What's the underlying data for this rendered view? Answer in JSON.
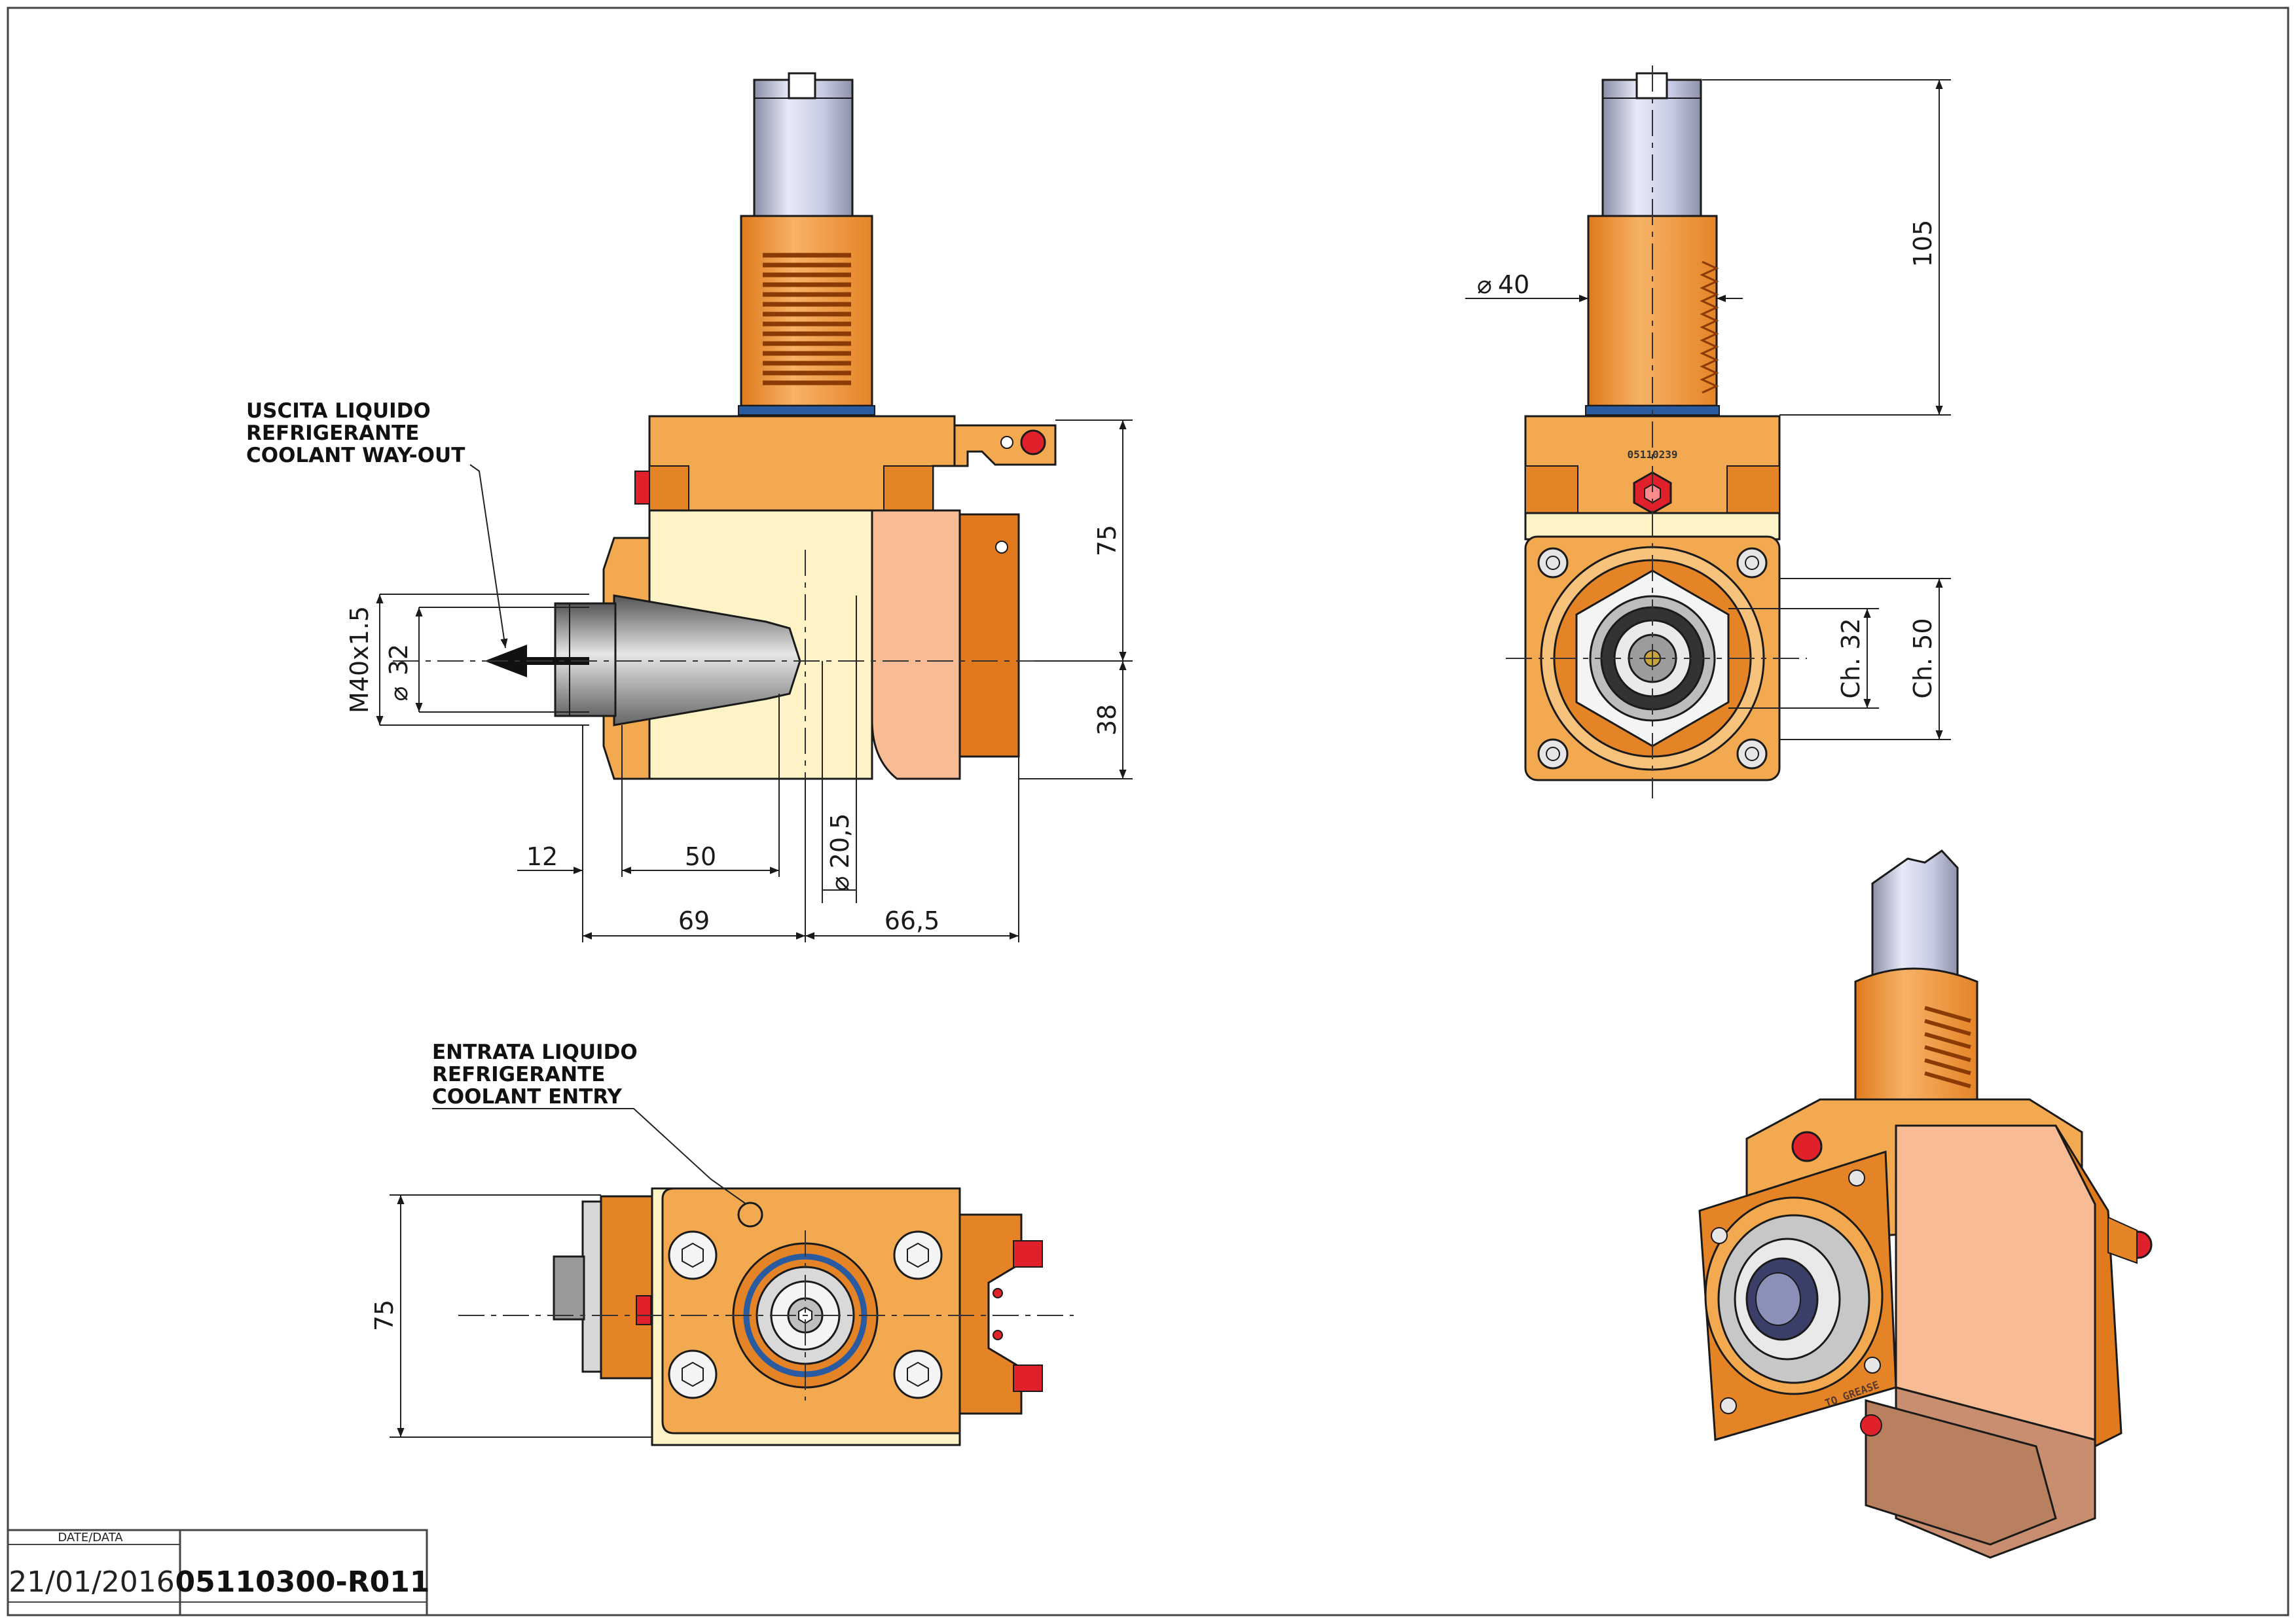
{
  "colors": {
    "orange": "#f0a24a",
    "orange_dark": "#e07a1c",
    "cream": "#fdf3c6",
    "salmon": "#f7bb95",
    "steel_light": "#d8dbef",
    "red_plug": "#e0202a",
    "blue_seal": "#2a5aa0",
    "line": "#1a1a1a"
  },
  "annotations": {
    "coolant_out": [
      "USCITA LIQUIDO",
      "REFRIGERANTE",
      "COOLANT WAY-OUT"
    ],
    "coolant_in": [
      "ENTRATA LIQUIDO",
      "REFRIGERANTE",
      "COOLANT ENTRY"
    ]
  },
  "dimensions": {
    "thread": "M40x1.5",
    "dia_32": "32",
    "d12": "12",
    "d50": "50",
    "dia_20_5": "20,5",
    "d69": "69",
    "d66_5": "66,5",
    "d75": "75",
    "d38": "38",
    "dia_40": "40",
    "d105": "105",
    "ch32": "Ch. 32",
    "ch50": "Ch. 50",
    "d75_bottom": "75"
  },
  "engravings": {
    "front_code": "05110239",
    "iso_label": "TO GREASE"
  },
  "title_block": {
    "date_label": "DATE/DATA",
    "date": "21/01/2016",
    "code": "05110300-R011"
  }
}
